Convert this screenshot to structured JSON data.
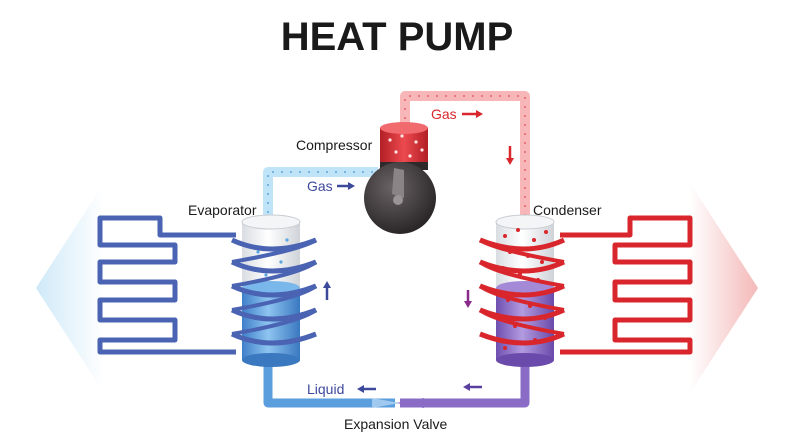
{
  "title": "HEAT PUMP",
  "labels": {
    "compressor": "Compressor",
    "evaporator": "Evaporator",
    "condenser": "Condenser",
    "expansion_valve": "Expansion Valve",
    "gas_top": "Gas",
    "gas_left": "Gas",
    "liquid": "Liquid"
  },
  "colors": {
    "hot": "#d9262c",
    "hot_light": "#f2b3b5",
    "cold": "#3d5aa8",
    "cold_light": "#a9d6f2",
    "liquid_blue": "#4e92d8",
    "mix_purple": "#7a58b5",
    "compressor_body": "#3a3436",
    "label_blue": "#3d4a9c",
    "label_red": "#d9262c"
  },
  "icons": {
    "arrows": [
      "arrow-right-icon",
      "arrow-down-icon",
      "arrow-left-icon",
      "arrow-up-icon"
    ]
  }
}
